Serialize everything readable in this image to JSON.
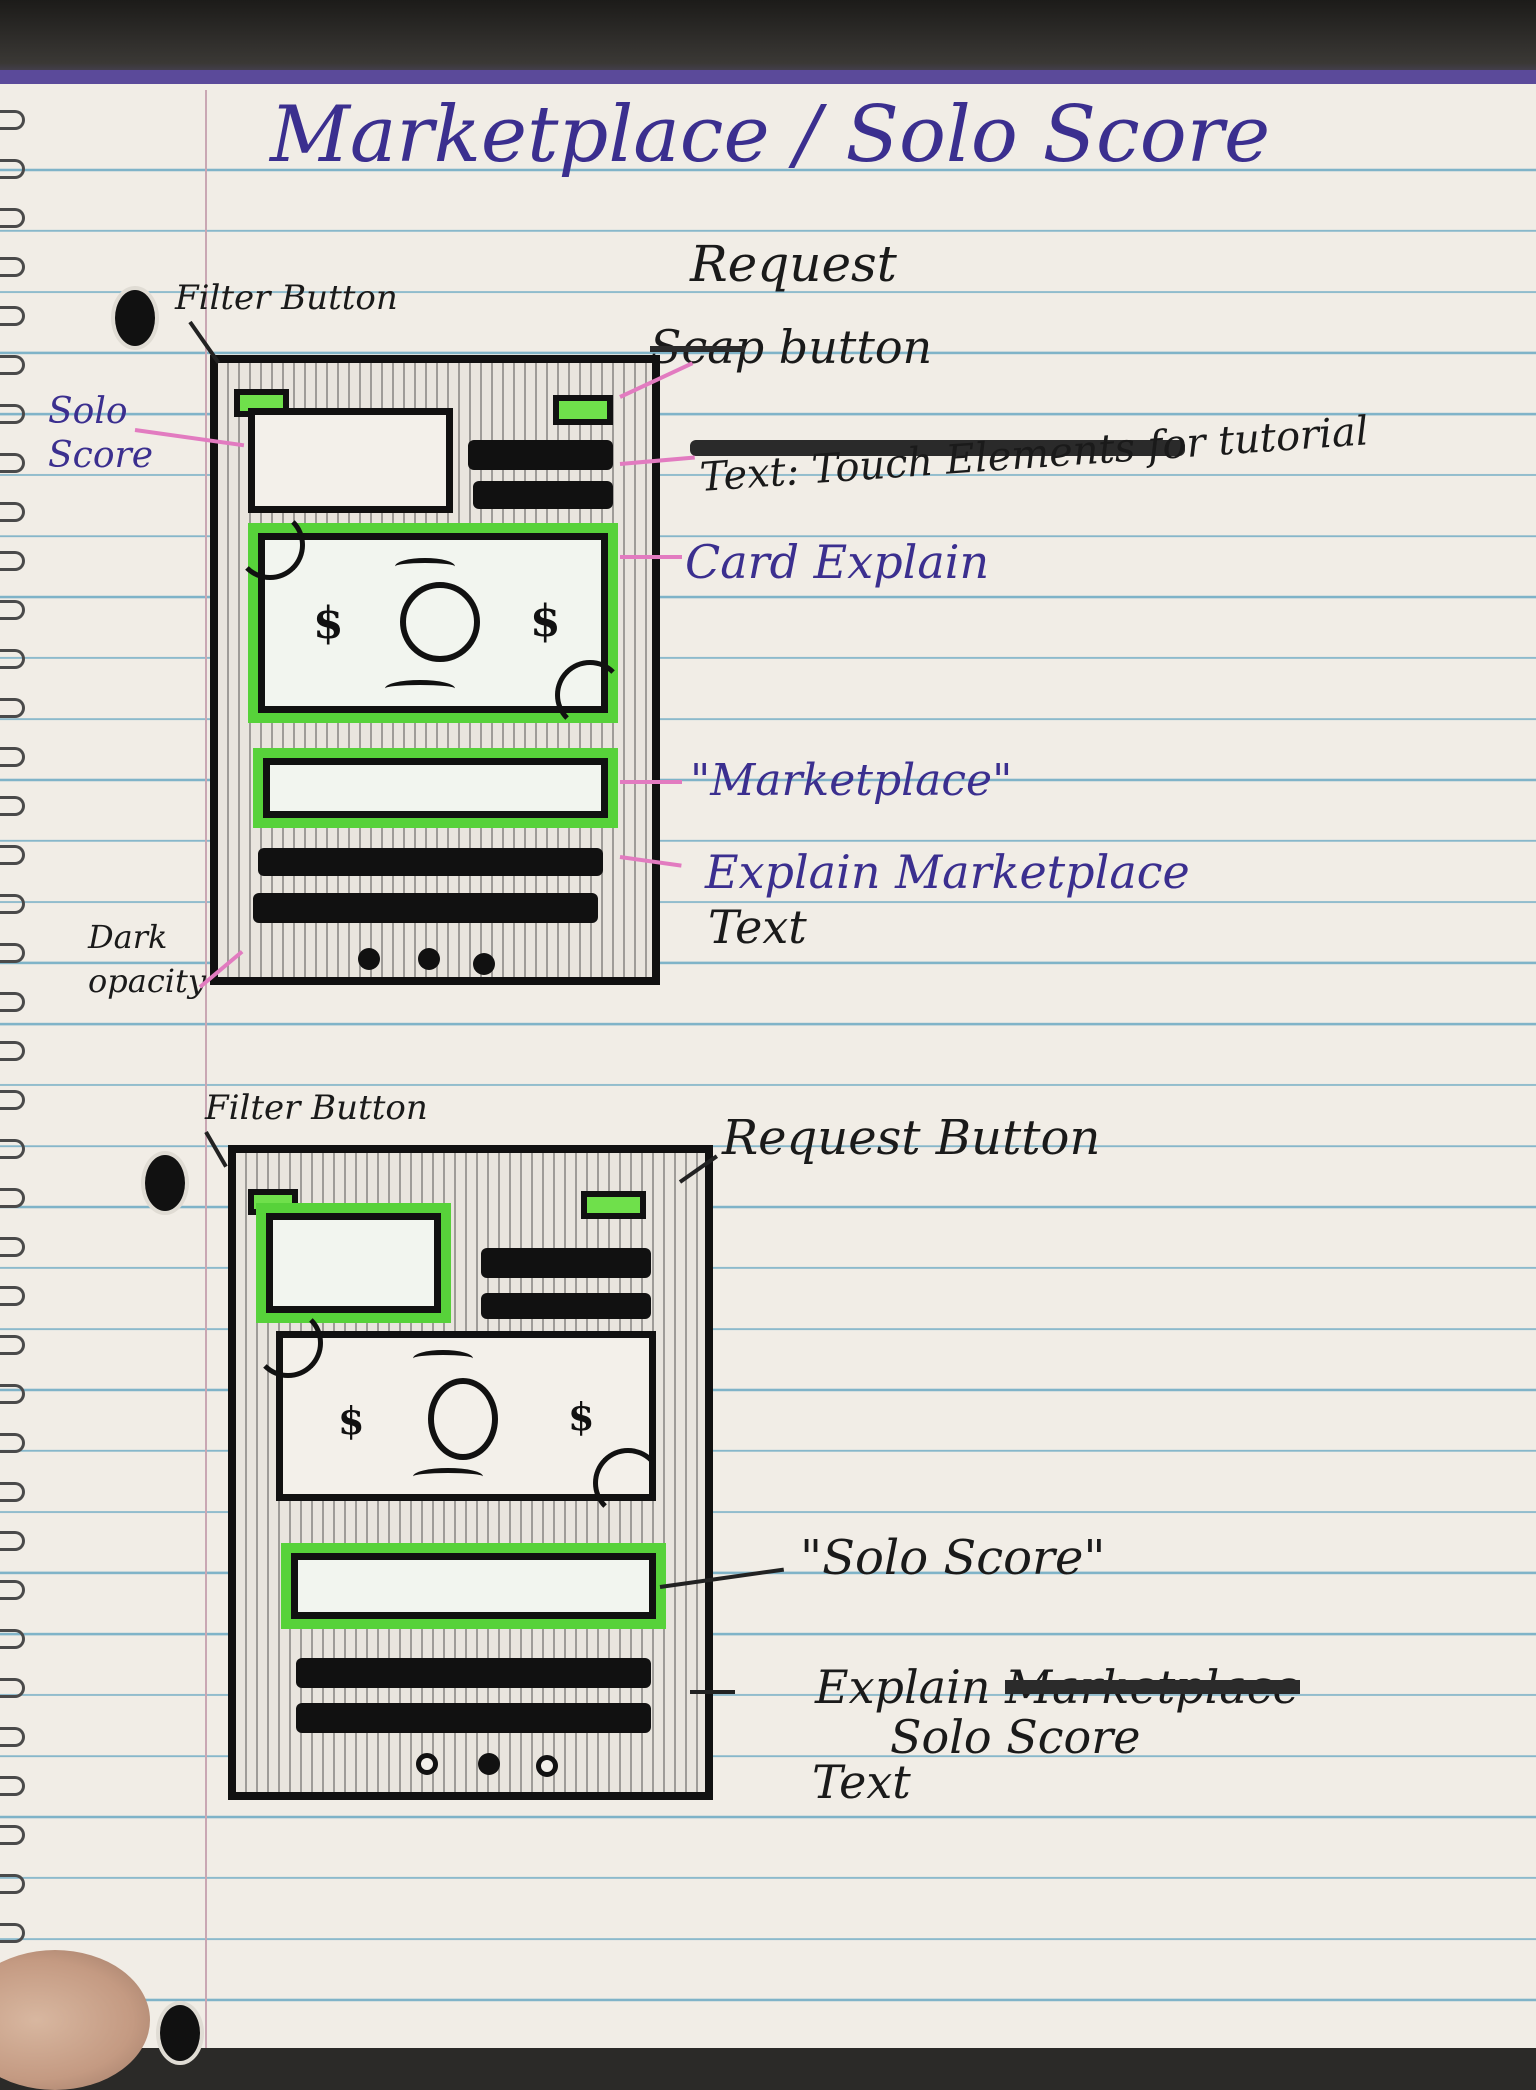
{
  "title": "Marketplace / Solo Score",
  "sketch_top": {
    "labels": {
      "filter_button": "Filter Button",
      "request_word": "Request",
      "scrap_word": "Scap",
      "button_word": "button",
      "tutorial_text": "Text: Touch Elements for tutorial",
      "solo_score_label": "Solo Score",
      "card_explain": "Card Explain",
      "marketplace_quote": "\"Marketplace\"",
      "explain_marketplace_line1": "Explain Marketplace",
      "explain_marketplace_line2": "Text",
      "dark_opacity": "Dark opacity"
    },
    "card_symbols": {
      "left": "$",
      "right": "$"
    }
  },
  "sketch_bottom": {
    "labels": {
      "filter_button": "Filter Button",
      "request_button": "Request Button",
      "solo_score_quote": "\"Solo Score\"",
      "explain_word": "Explain",
      "struck_word": "Marketplace",
      "solo_score_word": "Solo Score",
      "text_word": "Text"
    },
    "card_symbols": {
      "left": "$",
      "right": "$"
    }
  },
  "colors": {
    "ink_blue": "#3b2f8f",
    "ink_black": "#1a1a1a",
    "highlighter_green": "#57d23a",
    "highlighter_pink": "#e27bc0",
    "paper": "#f1ede6",
    "rule_line": "#7fb3c8"
  }
}
